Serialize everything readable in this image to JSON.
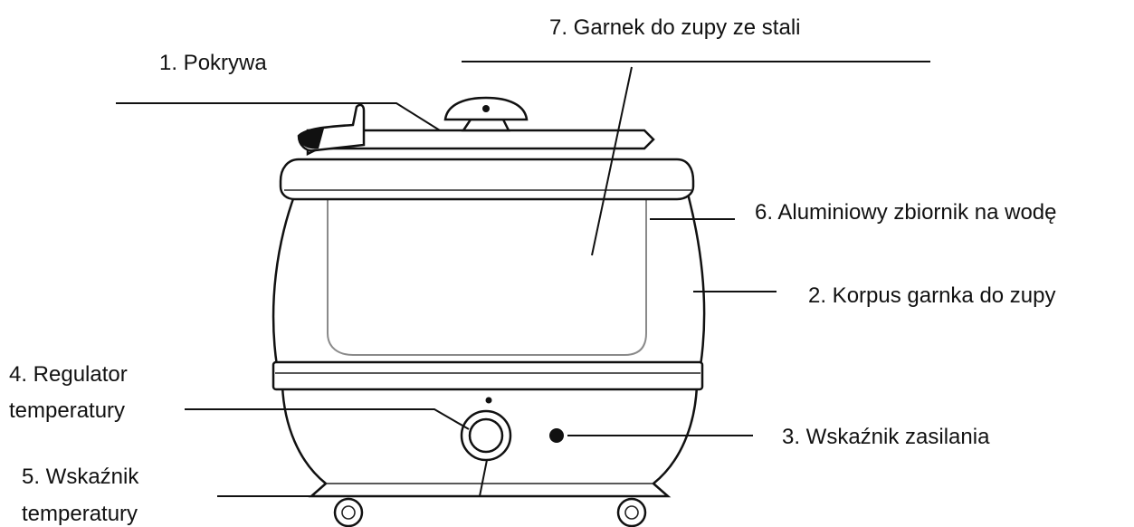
{
  "labels": {
    "lid": "1. Pokrywa",
    "body": "2. Korpus garnka do zupy",
    "power_indicator": "3. Wskaźnik zasilania",
    "regulator_line1": "4. Regulator",
    "regulator_line2": "temperatury",
    "temp_indicator_line1": "5. Wskaźnik",
    "temp_indicator_line2": "temperatury",
    "water_tank": "6. Aluminiowy zbiornik na wodę",
    "steel_pot": "7. Garnek do zupy ze stali"
  },
  "colors": {
    "line": "#111111",
    "inner_pot": "#8a8a8a",
    "background": "#ffffff"
  }
}
